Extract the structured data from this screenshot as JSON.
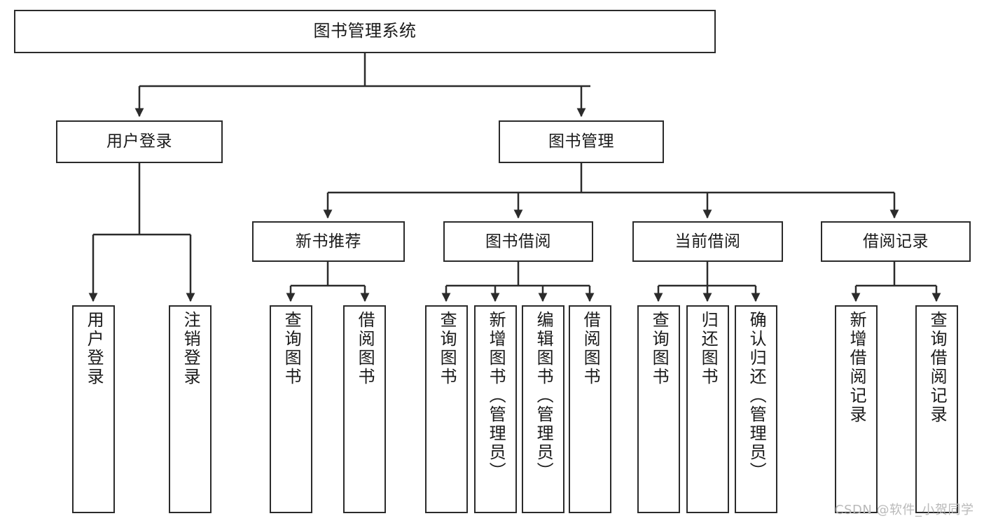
{
  "diagram": {
    "type": "tree-hierarchy-diagram",
    "title": "图书管理系统",
    "style": {
      "box_border_color": "#2b2b2b",
      "box_fill_color": "#ffffff",
      "edge_color": "#2b2b2b",
      "text_color": "#1a1a1a",
      "background": "#ffffff"
    },
    "nodes": {
      "root": {
        "label": "图书管理系统",
        "orientation": "horizontal"
      },
      "level1": [
        {
          "id": "user-login",
          "label": "用户登录",
          "orientation": "horizontal"
        },
        {
          "id": "book-management",
          "label": "图书管理",
          "orientation": "horizontal"
        }
      ],
      "level2": [
        {
          "id": "new-book-recommend",
          "label": "新书推荐",
          "orientation": "horizontal"
        },
        {
          "id": "book-borrow",
          "label": "图书借阅",
          "orientation": "horizontal"
        },
        {
          "id": "current-borrow",
          "label": "当前借阅",
          "orientation": "horizontal"
        },
        {
          "id": "borrow-record",
          "label": "借阅记录",
          "orientation": "horizontal"
        }
      ],
      "leaves": {
        "user-login": [
          {
            "id": "leaf-user-login",
            "label": "用户登录",
            "orientation": "vertical"
          },
          {
            "id": "leaf-logout-login",
            "label": "注销登录",
            "orientation": "vertical"
          }
        ],
        "new-book-recommend": [
          {
            "id": "leaf-query-book-1",
            "label": "查询图书",
            "orientation": "vertical"
          },
          {
            "id": "leaf-borrow-book-1",
            "label": "借阅图书",
            "orientation": "vertical"
          }
        ],
        "book-borrow": [
          {
            "id": "leaf-query-book-2",
            "label": "查询图书",
            "orientation": "vertical"
          },
          {
            "id": "leaf-add-book",
            "label": "新增图书（管理员）",
            "orientation": "vertical"
          },
          {
            "id": "leaf-edit-book",
            "label": "编辑图书（管理员）",
            "orientation": "vertical"
          },
          {
            "id": "leaf-borrow-book-2",
            "label": "借阅图书",
            "orientation": "vertical"
          }
        ],
        "current-borrow": [
          {
            "id": "leaf-query-book-3",
            "label": "查询图书",
            "orientation": "vertical"
          },
          {
            "id": "leaf-return-book",
            "label": "归还图书",
            "orientation": "vertical"
          },
          {
            "id": "leaf-confirm-return",
            "label": "确认归还（管理员）",
            "orientation": "vertical"
          }
        ],
        "borrow-record": [
          {
            "id": "leaf-add-record",
            "label": "新增借阅记录",
            "orientation": "vertical"
          },
          {
            "id": "leaf-query-record",
            "label": "查询借阅记录",
            "orientation": "vertical"
          }
        ]
      }
    }
  },
  "watermark": {
    "text": "CSDN @软件_小贺同学"
  }
}
